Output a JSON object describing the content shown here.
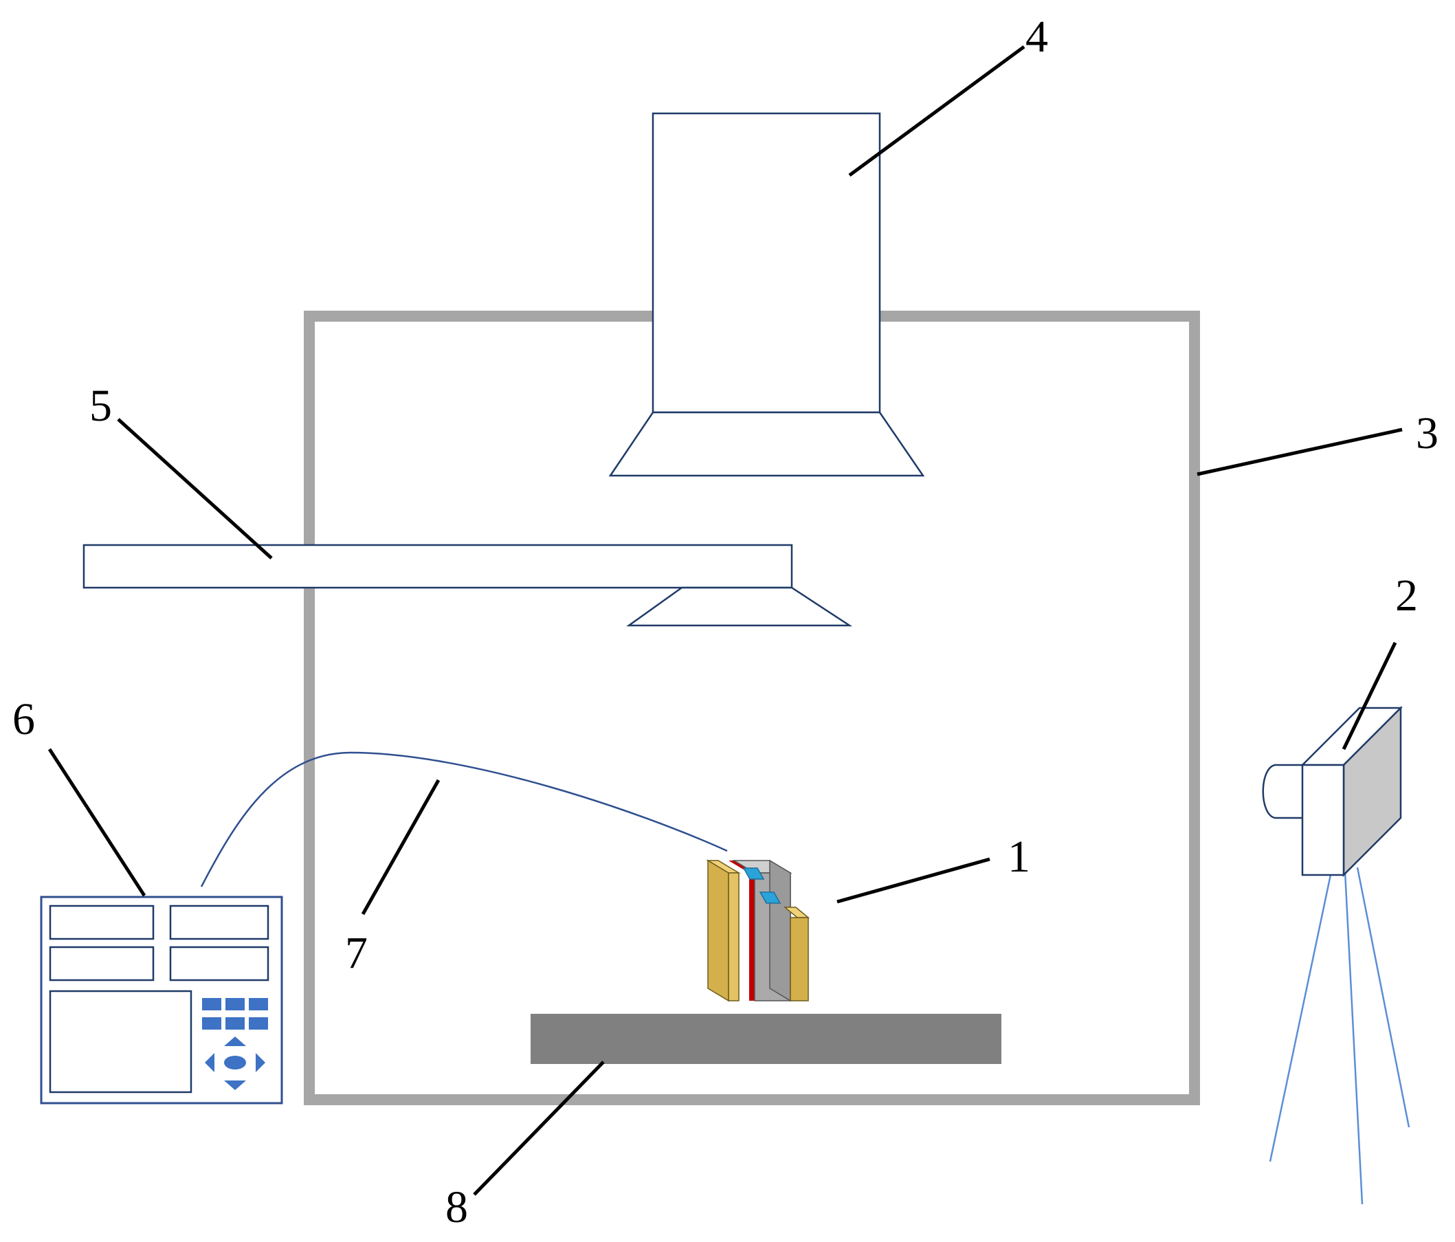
{
  "callouts": {
    "c1": "1",
    "c2": "2",
    "c3": "3",
    "c4": "4",
    "c5": "5",
    "c6": "6",
    "c7": "7",
    "c8": "8"
  },
  "colors": {
    "chamber_wall": "#a6a6a6",
    "platform": "#808080",
    "outline": "#1f3a68",
    "cable": "#2f4f8f",
    "tripod": "#5b8ed6",
    "sample_side": "#d4b04c",
    "sample_core": "#aaaaaa",
    "sample_red": "#c00000",
    "sample_blue": "#29a3d9",
    "keypad": "#3d72c4",
    "camera_side": "#c8c8c8"
  },
  "icons": [
    "lamp-housing",
    "light-guide-arm",
    "camera-on-tripod",
    "control-panel",
    "battery-sample",
    "stage-platform"
  ]
}
